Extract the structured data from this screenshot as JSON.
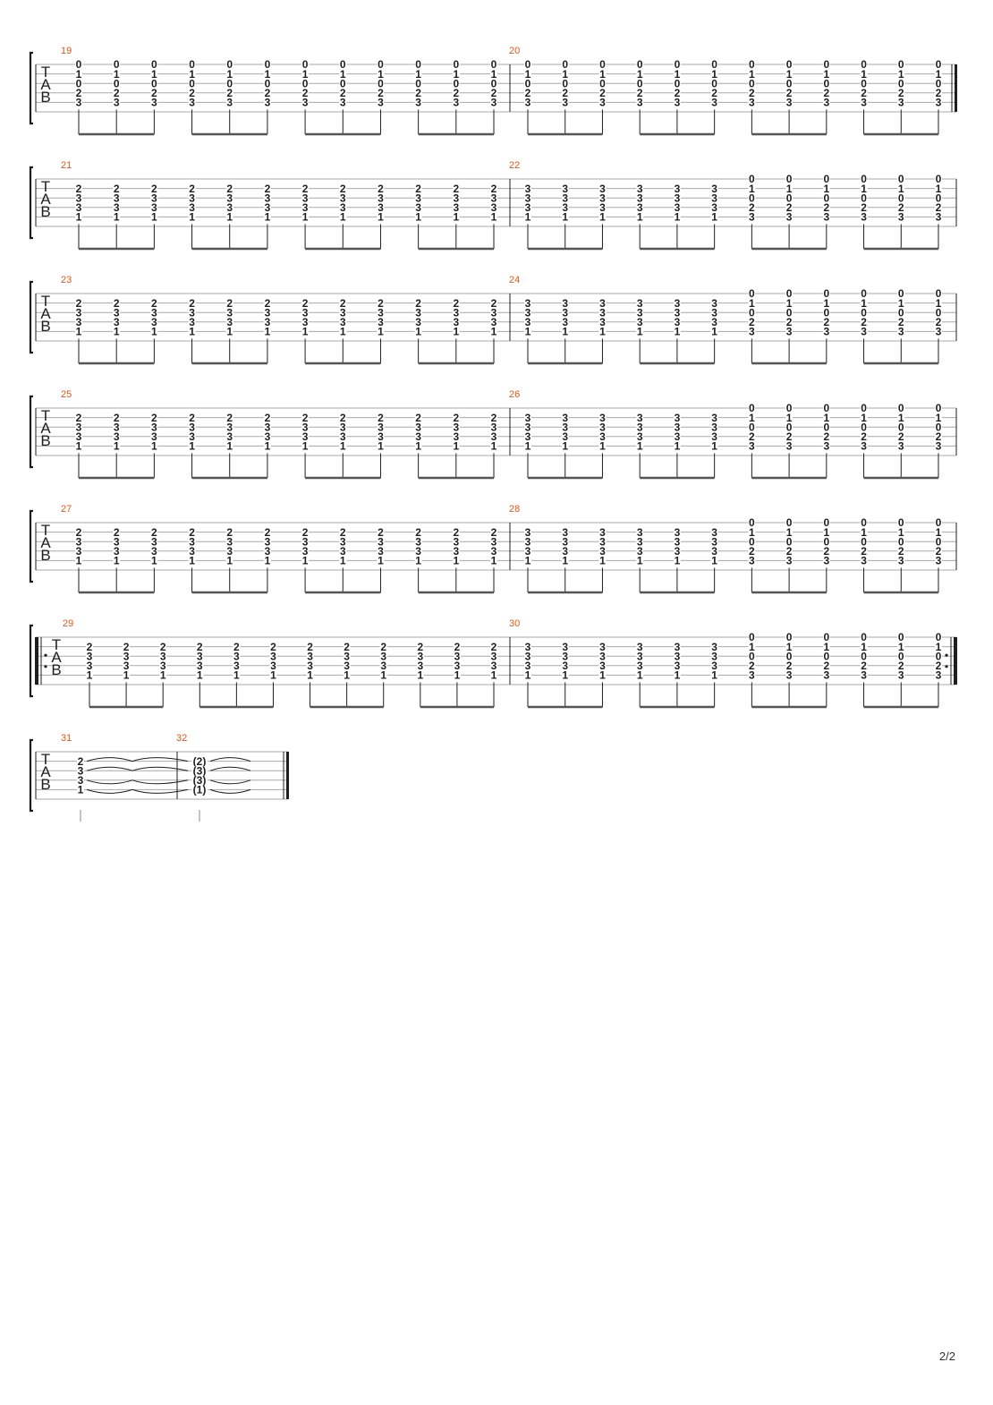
{
  "page": {
    "number": "2/2"
  },
  "clef_letters": [
    "T",
    "A",
    "B"
  ],
  "systems": [
    {
      "measures": [
        {
          "number": "19",
          "voicing": [
            "0",
            "1",
            "0",
            "2",
            "3",
            ""
          ],
          "count": 12
        },
        {
          "number": "20",
          "voicing": [
            "0",
            "1",
            "0",
            "2",
            "3",
            ""
          ],
          "count": 12
        }
      ],
      "end": "final"
    },
    {
      "measures": [
        {
          "number": "21",
          "voicing": [
            "",
            "2",
            "3",
            "3",
            "1",
            ""
          ],
          "count": 12
        },
        {
          "number": "22",
          "chords": [
            {
              "voicing": [
                "",
                "3",
                "3",
                "3",
                "1",
                ""
              ],
              "count": 6
            },
            {
              "voicing": [
                "0",
                "1",
                "0",
                "2",
                "3",
                ""
              ],
              "count": 6
            }
          ]
        }
      ]
    },
    {
      "measures": [
        {
          "number": "23",
          "voicing": [
            "",
            "2",
            "3",
            "3",
            "1",
            ""
          ],
          "count": 12
        },
        {
          "number": "24",
          "chords": [
            {
              "voicing": [
                "",
                "3",
                "3",
                "3",
                "1",
                ""
              ],
              "count": 6
            },
            {
              "voicing": [
                "0",
                "1",
                "0",
                "2",
                "3",
                ""
              ],
              "count": 6
            }
          ]
        }
      ]
    },
    {
      "measures": [
        {
          "number": "25",
          "voicing": [
            "",
            "2",
            "3",
            "3",
            "1",
            ""
          ],
          "count": 12
        },
        {
          "number": "26",
          "chords": [
            {
              "voicing": [
                "",
                "3",
                "3",
                "3",
                "1",
                ""
              ],
              "count": 6
            },
            {
              "voicing": [
                "0",
                "1",
                "0",
                "2",
                "3",
                ""
              ],
              "count": 6
            }
          ]
        }
      ]
    },
    {
      "measures": [
        {
          "number": "27",
          "voicing": [
            "",
            "2",
            "3",
            "3",
            "1",
            ""
          ],
          "count": 12
        },
        {
          "number": "28",
          "chords": [
            {
              "voicing": [
                "",
                "3",
                "3",
                "3",
                "1",
                ""
              ],
              "count": 6
            },
            {
              "voicing": [
                "0",
                "1",
                "0",
                "2",
                "3",
                ""
              ],
              "count": 6
            }
          ]
        }
      ]
    },
    {
      "measures": [
        {
          "number": "29",
          "voicing": [
            "",
            "2",
            "3",
            "3",
            "1",
            ""
          ],
          "count": 12
        },
        {
          "number": "30",
          "chords": [
            {
              "voicing": [
                "",
                "3",
                "3",
                "3",
                "1",
                ""
              ],
              "count": 6
            },
            {
              "voicing": [
                "0",
                "1",
                "0",
                "2",
                "3",
                ""
              ],
              "count": 6
            }
          ]
        }
      ],
      "repeat_start": true,
      "repeat_end": true
    },
    {
      "measures": [
        {
          "number": "31",
          "voicing": [
            "",
            "2",
            "3",
            "3",
            "1",
            ""
          ],
          "count": 1,
          "tie_out": true
        },
        {
          "number": "32",
          "voicing": [
            "",
            "(2)",
            "(3)",
            "(3)",
            "(1)",
            ""
          ],
          "count": 1,
          "tie_out": true
        }
      ],
      "end": "final",
      "short": true
    }
  ]
}
